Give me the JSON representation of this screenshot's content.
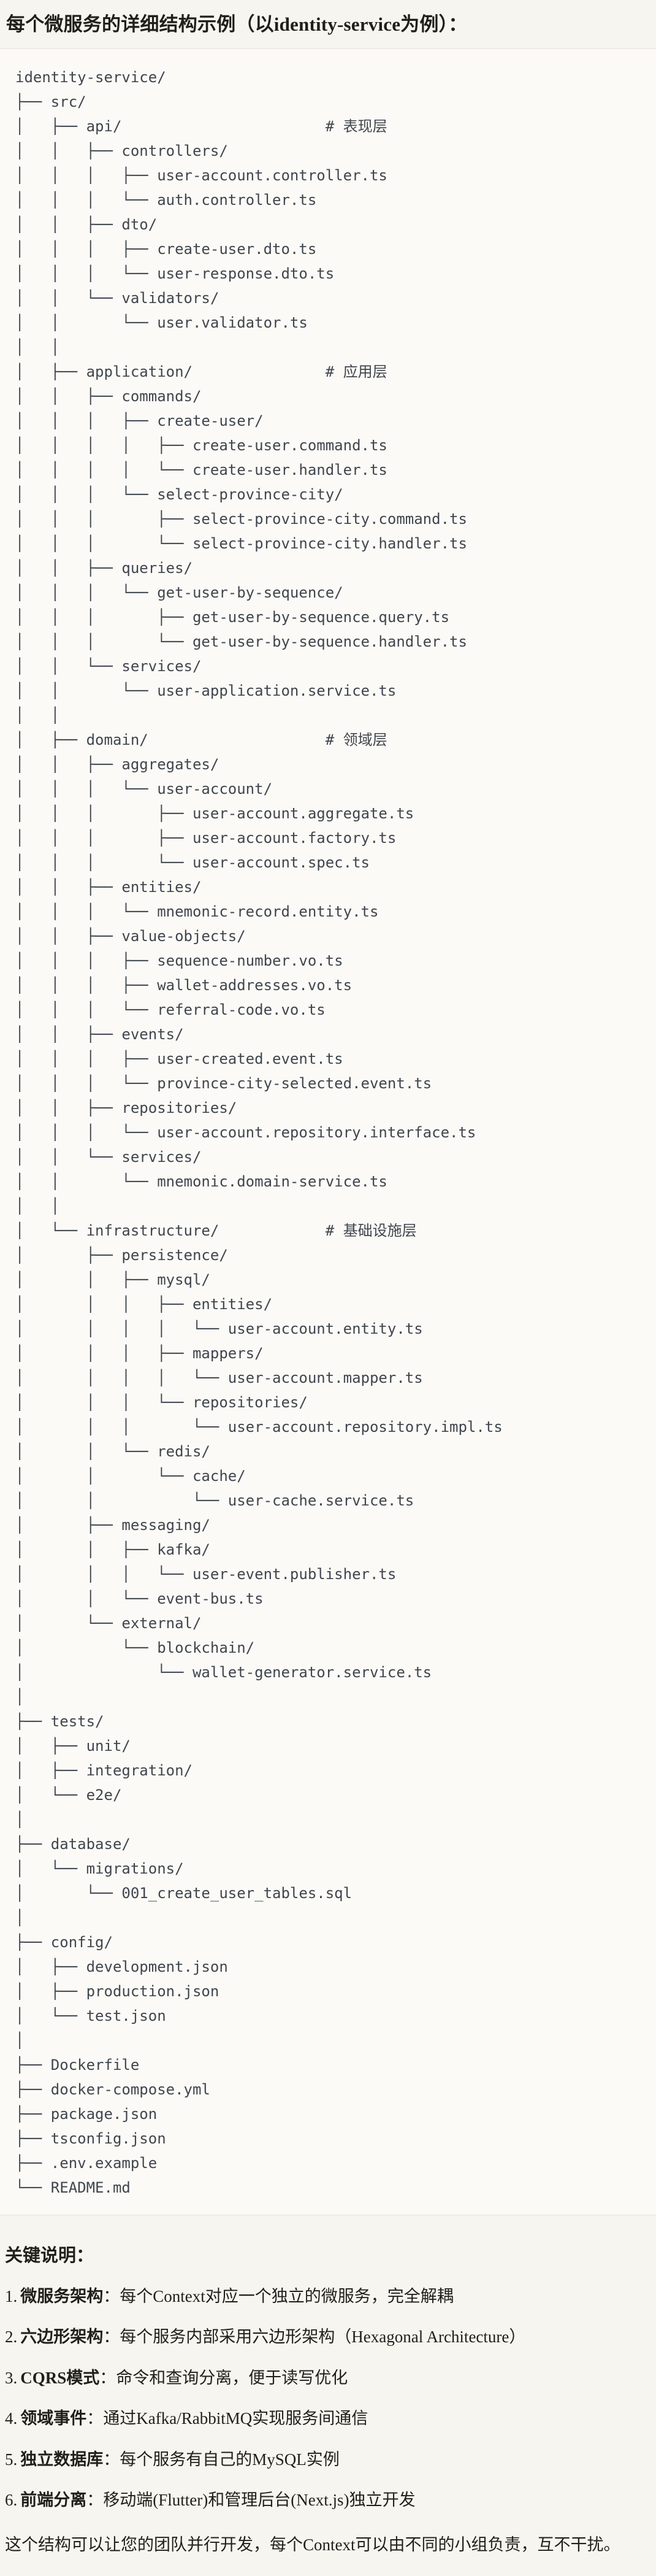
{
  "colors": {
    "page_bg": "#f6f5ef",
    "code_bg": "#fbfaf6",
    "border": "#e5e2d9",
    "code_text": "#40464e",
    "text": "#201f1a"
  },
  "page": {
    "title": "每个微服务的详细结构示例（以identity-service为例）："
  },
  "code": {
    "tree": "identity-service/\n├── src/\n│   ├── api/                       # 表现层\n│   │   ├── controllers/\n│   │   │   ├── user-account.controller.ts\n│   │   │   └── auth.controller.ts\n│   │   ├── dto/\n│   │   │   ├── create-user.dto.ts\n│   │   │   └── user-response.dto.ts\n│   │   └── validators/\n│   │       └── user.validator.ts\n│   │\n│   ├── application/               # 应用层\n│   │   ├── commands/\n│   │   │   ├── create-user/\n│   │   │   │   ├── create-user.command.ts\n│   │   │   │   └── create-user.handler.ts\n│   │   │   └── select-province-city/\n│   │   │       ├── select-province-city.command.ts\n│   │   │       └── select-province-city.handler.ts\n│   │   ├── queries/\n│   │   │   └── get-user-by-sequence/\n│   │   │       ├── get-user-by-sequence.query.ts\n│   │   │       └── get-user-by-sequence.handler.ts\n│   │   └── services/\n│   │       └── user-application.service.ts\n│   │\n│   ├── domain/                    # 领域层\n│   │   ├── aggregates/\n│   │   │   └── user-account/\n│   │   │       ├── user-account.aggregate.ts\n│   │   │       ├── user-account.factory.ts\n│   │   │       └── user-account.spec.ts\n│   │   ├── entities/\n│   │   │   └── mnemonic-record.entity.ts\n│   │   ├── value-objects/\n│   │   │   ├── sequence-number.vo.ts\n│   │   │   ├── wallet-addresses.vo.ts\n│   │   │   └── referral-code.vo.ts\n│   │   ├── events/\n│   │   │   ├── user-created.event.ts\n│   │   │   └── province-city-selected.event.ts\n│   │   ├── repositories/\n│   │   │   └── user-account.repository.interface.ts\n│   │   └── services/\n│   │       └── mnemonic.domain-service.ts\n│   │\n│   └── infrastructure/            # 基础设施层\n│       ├── persistence/\n│       │   ├── mysql/\n│       │   │   ├── entities/\n│       │   │   │   └── user-account.entity.ts\n│       │   │   ├── mappers/\n│       │   │   │   └── user-account.mapper.ts\n│       │   │   └── repositories/\n│       │   │       └── user-account.repository.impl.ts\n│       │   └── redis/\n│       │       └── cache/\n│       │           └── user-cache.service.ts\n│       ├── messaging/\n│       │   ├── kafka/\n│       │   │   └── user-event.publisher.ts\n│       │   └── event-bus.ts\n│       └── external/\n│           └── blockchain/\n│               └── wallet-generator.service.ts\n│\n├── tests/\n│   ├── unit/\n│   ├── integration/\n│   └── e2e/\n│\n├── database/\n│   └── migrations/\n│       └── 001_create_user_tables.sql\n│\n├── config/\n│   ├── development.json\n│   ├── production.json\n│   └── test.json\n│\n├── Dockerfile\n├── docker-compose.yml\n├── package.json\n├── tsconfig.json\n├── .env.example\n└── README.md"
  },
  "notes": {
    "heading": "关键说明：",
    "items": [
      {
        "num": "1.",
        "term": "微服务架构",
        "sep": "：",
        "desc": "每个Context对应一个独立的微服务，完全解耦"
      },
      {
        "num": "2.",
        "term": "六边形架构",
        "sep": "：",
        "desc": "每个服务内部采用六边形架构（Hexagonal Architecture）"
      },
      {
        "num": "3.",
        "term": "CQRS模式",
        "sep": "：",
        "desc": "命令和查询分离，便于读写优化"
      },
      {
        "num": "4.",
        "term": "领域事件",
        "sep": "：",
        "desc": "通过Kafka/RabbitMQ实现服务间通信"
      },
      {
        "num": "5.",
        "term": "独立数据库",
        "sep": "：",
        "desc": "每个服务有自己的MySQL实例"
      },
      {
        "num": "6.",
        "term": "前端分离",
        "sep": "：",
        "desc": "移动端(Flutter)和管理后台(Next.js)独立开发"
      }
    ],
    "footer": "这个结构可以让您的团队并行开发，每个Context可以由不同的小组负责，互不干扰。"
  }
}
